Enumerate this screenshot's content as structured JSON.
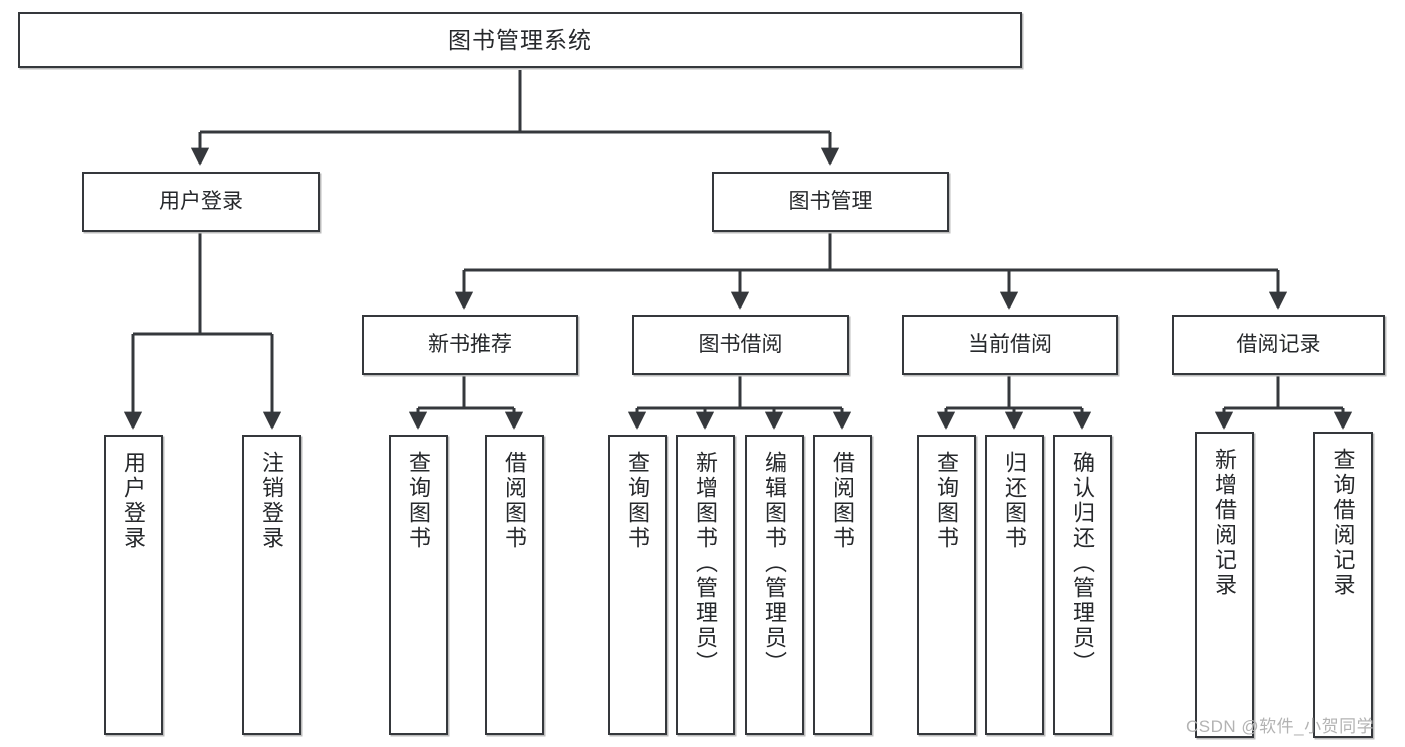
{
  "diagram": {
    "title": "图书管理系统",
    "type": "tree",
    "background_color": "#ffffff",
    "border_color": "#35383c",
    "text_color": "#26282b"
  },
  "root": {
    "label": "图书管理系统"
  },
  "level1": [
    {
      "id": "user-login",
      "label": "用户登录"
    },
    {
      "id": "book-manage",
      "label": "图书管理"
    }
  ],
  "level2": [
    {
      "id": "new-book-recommend",
      "label": "新书推荐"
    },
    {
      "id": "book-borrow",
      "label": "图书借阅"
    },
    {
      "id": "current-borrow",
      "label": "当前借阅"
    },
    {
      "id": "borrow-record",
      "label": "借阅记录"
    }
  ],
  "leaves": {
    "user_login": [
      {
        "id": "leaf-user-login",
        "label": "用户登录"
      },
      {
        "id": "leaf-logout",
        "label": "注销登录"
      }
    ],
    "new_book_recommend": [
      {
        "id": "leaf-query-book-1",
        "label": "查询图书"
      },
      {
        "id": "leaf-borrow-book-1",
        "label": "借阅图书"
      }
    ],
    "book_borrow": [
      {
        "id": "leaf-query-book-2",
        "label": "查询图书"
      },
      {
        "id": "leaf-add-book",
        "label": "新增图书（管理员）"
      },
      {
        "id": "leaf-edit-book",
        "label": "编辑图书（管理员）"
      },
      {
        "id": "leaf-borrow-book-2",
        "label": "借阅图书"
      }
    ],
    "current_borrow": [
      {
        "id": "leaf-query-book-3",
        "label": "查询图书"
      },
      {
        "id": "leaf-return-book",
        "label": "归还图书"
      },
      {
        "id": "leaf-confirm-return",
        "label": "确认归还（管理员）"
      }
    ],
    "borrow_record": [
      {
        "id": "leaf-add-record",
        "label": "新增借阅记录"
      },
      {
        "id": "leaf-query-record",
        "label": "查询借阅记录"
      }
    ]
  },
  "watermark": {
    "text": "CSDN @软件_小贺同学"
  }
}
